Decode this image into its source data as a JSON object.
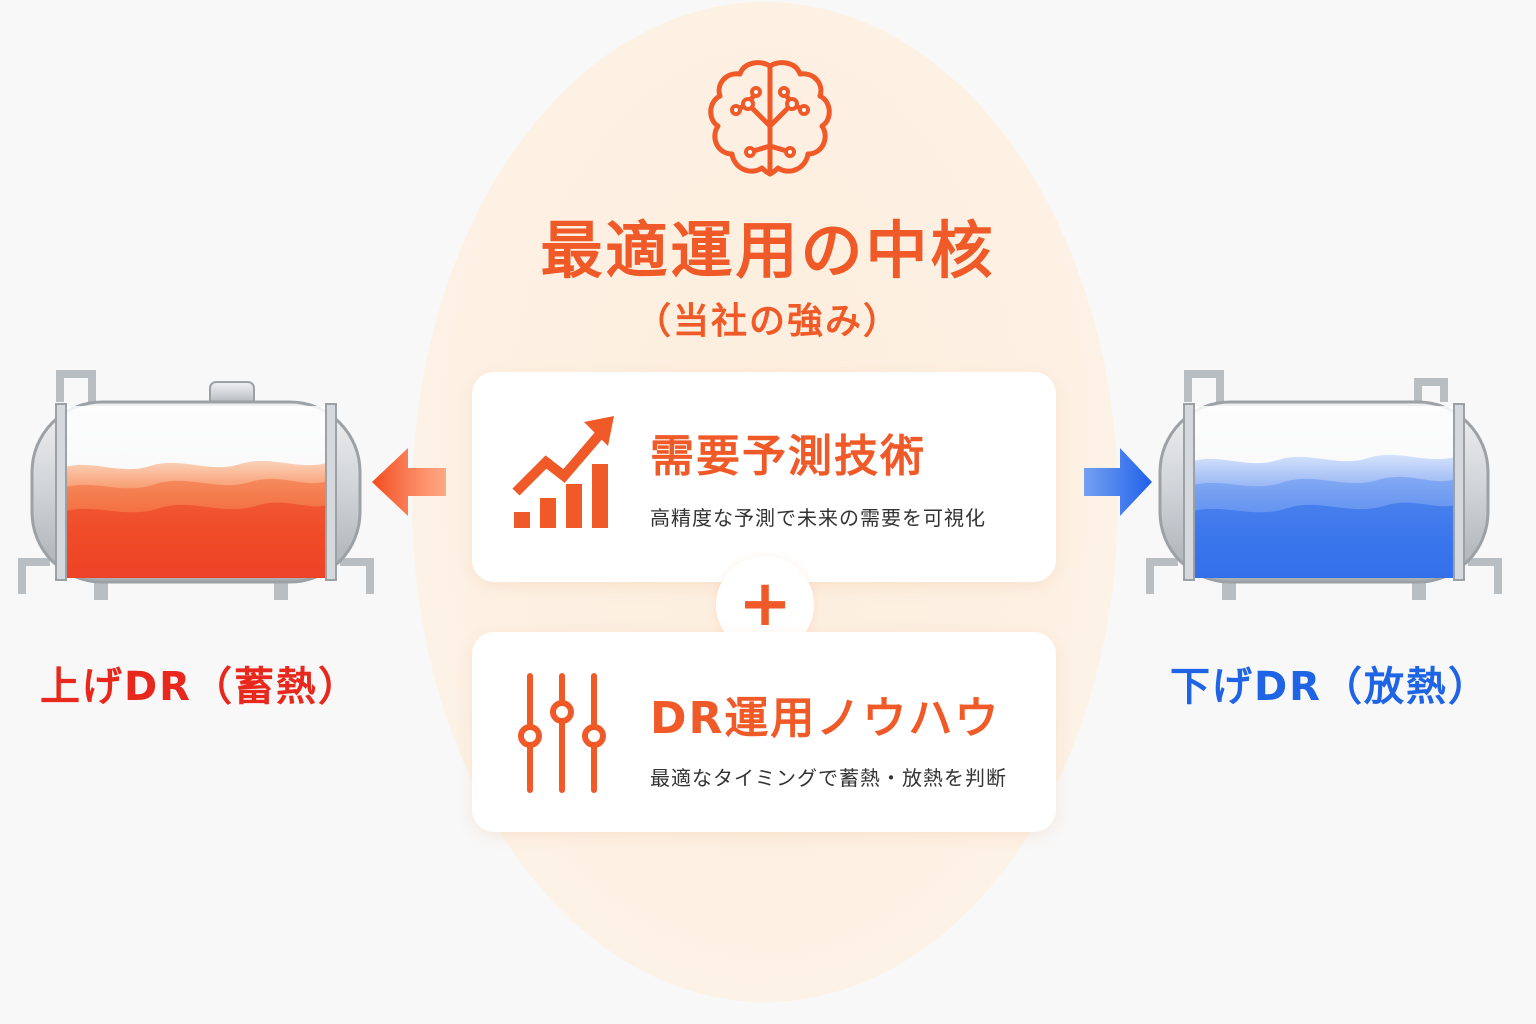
{
  "center": {
    "title": "最適運用の中核",
    "subtitle": "（当社の強み）",
    "cards": [
      {
        "title": "需要予測技術",
        "desc": "高精度な予測で未来の需要を可視化",
        "icon": "growth-chart-icon"
      },
      {
        "title": "DR運用ノウハウ",
        "desc": "最適なタイミングで蓄熱・放熱を判断",
        "icon": "slider-controls-icon"
      }
    ],
    "join_symbol": "+",
    "icon": "brain-network-icon"
  },
  "left": {
    "label": "上げDR（蓄熱）",
    "icon": "hot-tank-icon"
  },
  "right": {
    "label": "下げDR（放熱）",
    "icon": "cold-tank-icon"
  },
  "colors": {
    "accent": "#ef5a28",
    "hot": "#e8281c",
    "cold": "#1f64e4"
  }
}
